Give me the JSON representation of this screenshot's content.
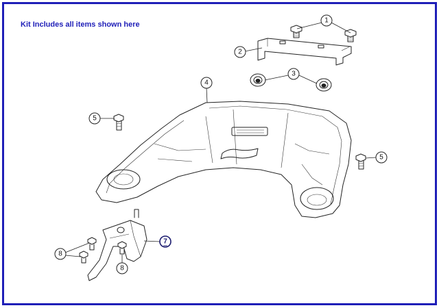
{
  "header": {
    "kit_note": "Kit Includes all items shown here"
  },
  "callouts": [
    {
      "id": "callout-1",
      "label": "1"
    },
    {
      "id": "callout-2",
      "label": "2"
    },
    {
      "id": "callout-3",
      "label": "3"
    },
    {
      "id": "callout-4",
      "label": "4"
    },
    {
      "id": "callout-5-left",
      "label": "5"
    },
    {
      "id": "callout-5-right",
      "label": "5"
    },
    {
      "id": "callout-7",
      "label": "7"
    },
    {
      "id": "callout-8-left",
      "label": "8"
    },
    {
      "id": "callout-8-bottom",
      "label": "8"
    }
  ],
  "colors": {
    "frame": "#1f1fb8",
    "note": "#1f1fb8",
    "highlight": "#1a1a6e"
  }
}
